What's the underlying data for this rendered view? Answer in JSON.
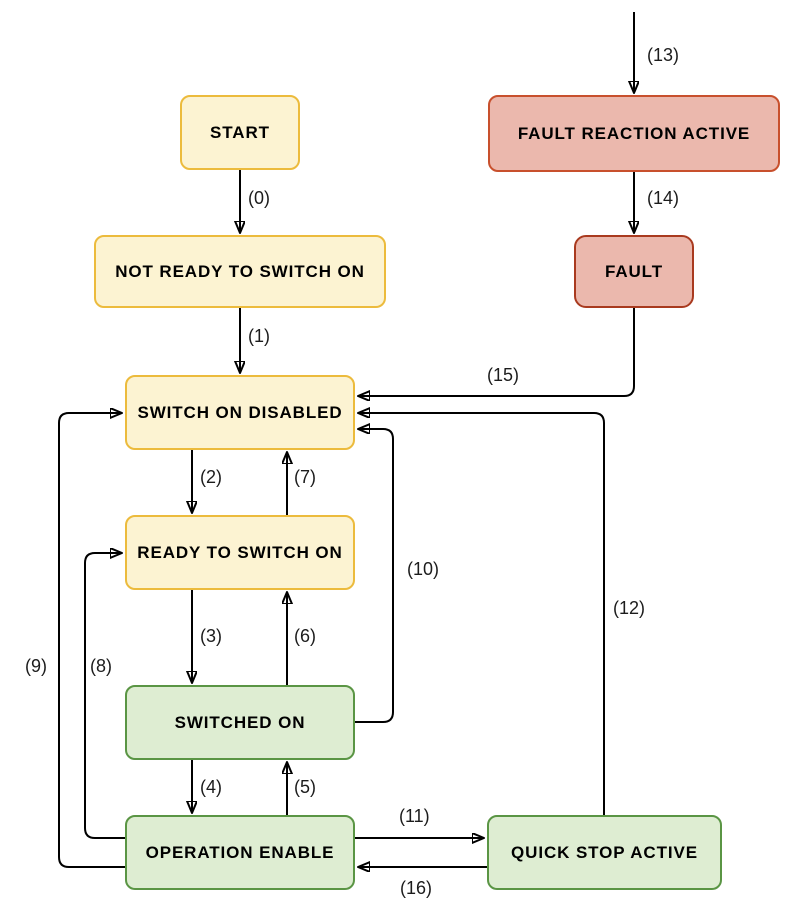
{
  "diagram": {
    "kind": "state-machine-flowchart",
    "background": "#ffffff",
    "nodes": {
      "start": {
        "label": "START",
        "color_group": "yellow"
      },
      "not_ready_to_switch_on": {
        "label": "NOT READY TO SWITCH ON",
        "color_group": "yellow"
      },
      "fault_reaction_active": {
        "label": "FAULT REACTION ACTIVE",
        "color_group": "red"
      },
      "fault": {
        "label": "FAULT",
        "color_group": "red"
      },
      "switch_on_disabled": {
        "label": "SWITCH ON DISABLED",
        "color_group": "yellow"
      },
      "ready_to_switch_on": {
        "label": "READY TO SWITCH ON",
        "color_group": "yellow"
      },
      "switched_on": {
        "label": "SWITCHED ON",
        "color_group": "green"
      },
      "operation_enable": {
        "label": "OPERATION ENABLE",
        "color_group": "green"
      },
      "quick_stop_active": {
        "label": "QUICK STOP ACTIVE",
        "color_group": "green"
      }
    },
    "transition_labels": {
      "t0": "(0)",
      "t1": "(1)",
      "t2": "(2)",
      "t3": "(3)",
      "t4": "(4)",
      "t5": "(5)",
      "t6": "(6)",
      "t7": "(7)",
      "t8": "(8)",
      "t9": "(9)",
      "t10": "(10)",
      "t11": "(11)",
      "t12": "(12)",
      "t13": "(13)",
      "t14": "(14)",
      "t15": "(15)",
      "t16": "(16)"
    },
    "transitions": [
      {
        "id": "0",
        "from": "start",
        "to": "not_ready_to_switch_on"
      },
      {
        "id": "1",
        "from": "not_ready_to_switch_on",
        "to": "switch_on_disabled"
      },
      {
        "id": "2",
        "from": "switch_on_disabled",
        "to": "ready_to_switch_on"
      },
      {
        "id": "3",
        "from": "ready_to_switch_on",
        "to": "switched_on"
      },
      {
        "id": "4",
        "from": "switched_on",
        "to": "operation_enable"
      },
      {
        "id": "5",
        "from": "operation_enable",
        "to": "switched_on"
      },
      {
        "id": "6",
        "from": "switched_on",
        "to": "ready_to_switch_on"
      },
      {
        "id": "7",
        "from": "ready_to_switch_on",
        "to": "switch_on_disabled"
      },
      {
        "id": "8",
        "from": "operation_enable",
        "to": "ready_to_switch_on"
      },
      {
        "id": "9",
        "from": "operation_enable",
        "to": "switch_on_disabled"
      },
      {
        "id": "10",
        "from": "switched_on",
        "to": "switch_on_disabled"
      },
      {
        "id": "11",
        "from": "operation_enable",
        "to": "quick_stop_active"
      },
      {
        "id": "12",
        "from": "quick_stop_active",
        "to": "switch_on_disabled"
      },
      {
        "id": "13",
        "from": "external",
        "to": "fault_reaction_active"
      },
      {
        "id": "14",
        "from": "fault_reaction_active",
        "to": "fault"
      },
      {
        "id": "15",
        "from": "fault",
        "to": "switch_on_disabled"
      },
      {
        "id": "16",
        "from": "quick_stop_active",
        "to": "operation_enable"
      }
    ],
    "colors": {
      "yellow_fill": "#FCF3D2",
      "yellow_border": "#ECBB3D",
      "green_fill": "#DEEDD2",
      "green_border": "#5A9544",
      "red_fill": "#EBB8AD",
      "red_border": "#C8502D",
      "fault_border": "#A93A1F",
      "line": "#000000",
      "label_text": "#1c1c1c",
      "node_text": "#000000"
    }
  }
}
